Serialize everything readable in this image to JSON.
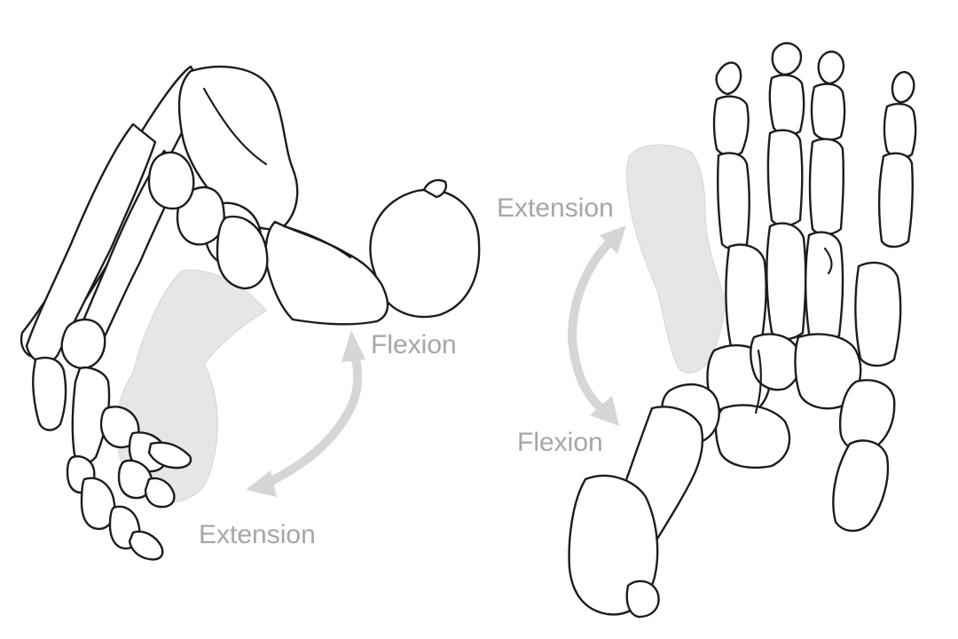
{
  "labels": {
    "left_flexion": "Flexion",
    "left_extension": "Extension",
    "right_extension": "Extension",
    "right_flexion": "Flexion"
  },
  "colors": {
    "bone_outline": "#1c1c1c",
    "bone_fill": "#ffffff",
    "ghost_fill": "#e6e6e6",
    "arrow": "#d6d6d6",
    "label_text": "#a6a6a6"
  }
}
